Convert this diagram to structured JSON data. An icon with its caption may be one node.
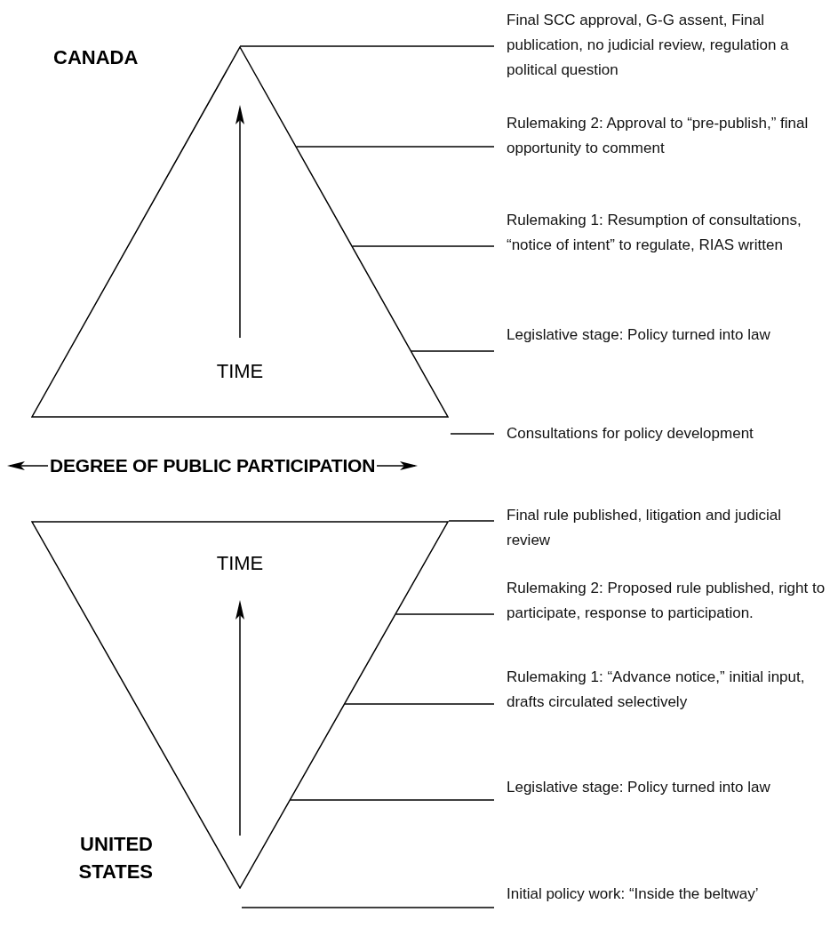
{
  "diagram": {
    "nodes": [
      {
        "text": [
          "TIME"
        ]
      },
      {
        "text": [
          "TIME"
        ]
      },
      {
        "text": [
          "Final SCC approval, G-G assent, Final publication, no judicial review, regulation a political question"
        ]
      },
      {
        "text": [
          "Rulemaking 2: Approval to “pre-publish,” final opportunity to comment"
        ]
      },
      {
        "text": [
          "Rulemaking 1: Resumption of consultations, “notice of intent” to regulate, RIAS written"
        ]
      },
      {
        "text": [
          "Legislative stage: Policy turned into law"
        ]
      },
      {
        "text": [
          "Consultations for policy development"
        ]
      },
      {
        "text": [
          "Final rule published, litigation and judicial review"
        ]
      },
      {
        "text": [
          "Rulemaking 2: Proposed rule published, right to participate, response to participation."
        ]
      },
      {
        "text": [
          "Rulemaking 1: “Advance notice,” initial input, drafts circulated selectively"
        ]
      },
      {
        "text": [
          "Legislative stage: Policy turned into law"
        ]
      },
      {
        "text": [
          "Initial policy work: “Inside the beltway’"
        ]
      }
    ],
    "edges": [
      {
        "from": 2,
        "to": 0,
        "arrow": "none"
      },
      {
        "from": 3,
        "to": 0,
        "arrow": "none"
      },
      {
        "from": 4,
        "to": 0,
        "arrow": "none"
      },
      {
        "from": 5,
        "to": 0,
        "arrow": "none"
      },
      {
        "from": 6,
        "to": null,
        "arrow": "none"
      },
      {
        "from": 7,
        "to": 1,
        "arrow": "none"
      },
      {
        "from": 8,
        "to": 1,
        "arrow": "none"
      },
      {
        "from": 9,
        "to": 1,
        "arrow": "none"
      },
      {
        "from": 10,
        "to": 1,
        "arrow": "none"
      },
      {
        "from": 11,
        "to": null,
        "arrow": "none"
      }
    ],
    "labels": [
      "CANADA",
      "DEGREE OF PUBLIC PARTICIPATION",
      "UNITED STATES"
    ]
  }
}
